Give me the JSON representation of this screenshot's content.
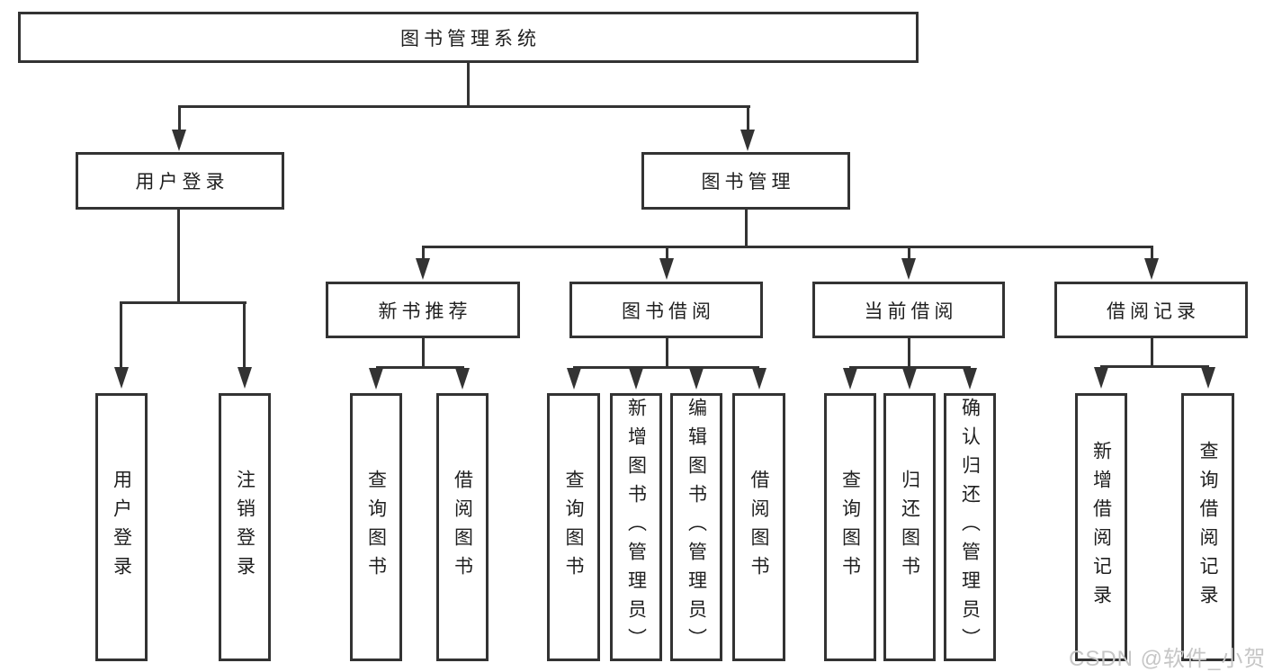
{
  "root": {
    "label": "图书管理系统"
  },
  "branches": {
    "user": {
      "label": "用户登录",
      "children": [
        {
          "label": "用户登录"
        },
        {
          "label": "注销登录"
        }
      ]
    },
    "mgmt": {
      "label": "图书管理",
      "groups": [
        {
          "label": "新书推荐",
          "children": [
            {
              "label": "查询图书"
            },
            {
              "label": "借阅图书"
            }
          ]
        },
        {
          "label": "图书借阅",
          "children": [
            {
              "label": "查询图书"
            },
            {
              "label": "新增图书（管理员）"
            },
            {
              "label": "编辑图书（管理员）"
            },
            {
              "label": "借阅图书"
            }
          ]
        },
        {
          "label": "当前借阅",
          "children": [
            {
              "label": "查询图书"
            },
            {
              "label": "归还图书"
            },
            {
              "label": "确认归还（管理员）"
            }
          ]
        },
        {
          "label": "借阅记录",
          "children": [
            {
              "label": "新增借阅记录"
            },
            {
              "label": "查询借阅记录"
            }
          ]
        }
      ]
    }
  },
  "watermark": {
    "text": "CSDN @软件_小贺同学"
  },
  "colors": {
    "line": "#333333",
    "text": "#1f1f1f",
    "watermark": "#c6c6c6",
    "background": "#ffffff"
  }
}
